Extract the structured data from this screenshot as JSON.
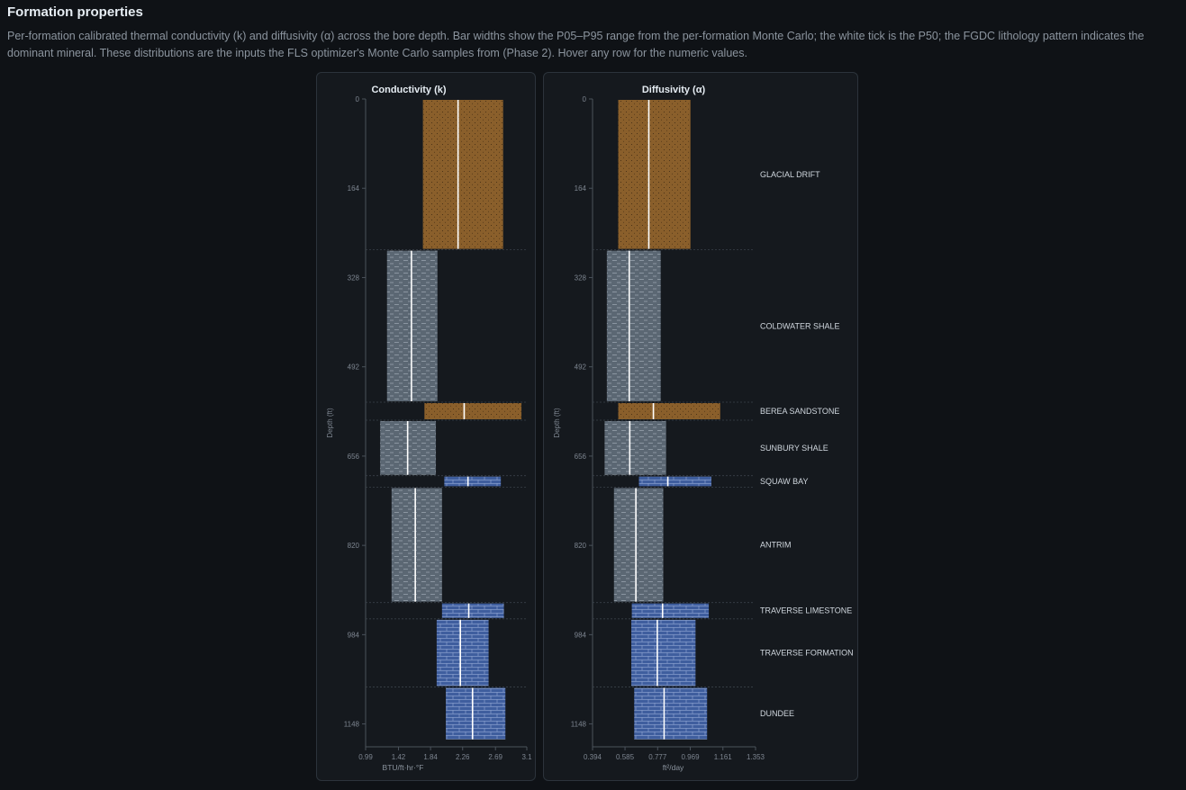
{
  "header": {
    "title": "Formation properties",
    "description": "Per-formation calibrated thermal conductivity (k) and diffusivity (α) across the bore depth. Bar widths show the P05–P95 range from the per-formation Monte Carlo; the white tick is the P50; the FGDC lithology pattern indicates the dominant mineral. These distributions are the inputs the FLS optimizer's Monte Carlo samples from (Phase 2). Hover any row for the numeric values."
  },
  "colors": {
    "sand": "#8a5f2b",
    "shale": "#5b6773",
    "carbonate": "#3f5e9e",
    "p50_tick": "#ffffff",
    "axis": "#4a525b",
    "separator": "#3a4149"
  },
  "chart_data": [
    {
      "type": "bar",
      "id": "conductivity",
      "title": "Conductivity (k)",
      "xlabel": "BTU/ft·hr·°F",
      "ylabel": "Depth (ft)",
      "xlim": [
        0.99,
        3.1
      ],
      "xticks": [
        "0.99",
        "1.42",
        "1.84",
        "2.26",
        "2.69",
        "3.1"
      ],
      "ylim": [
        0,
        1190
      ],
      "yticks": [
        "0",
        "164",
        "328",
        "492",
        "656",
        "820",
        "984",
        "1148"
      ],
      "series": [
        {
          "p05": 1.74,
          "p50": 2.2,
          "p95": 2.79
        },
        {
          "p05": 1.27,
          "p50": 1.59,
          "p95": 1.93
        },
        {
          "p05": 1.76,
          "p50": 2.28,
          "p95": 3.03
        },
        {
          "p05": 1.18,
          "p50": 1.54,
          "p95": 1.91
        },
        {
          "p05": 2.02,
          "p50": 2.33,
          "p95": 2.76
        },
        {
          "p05": 1.33,
          "p50": 1.64,
          "p95": 1.99
        },
        {
          "p05": 1.99,
          "p50": 2.34,
          "p95": 2.8
        },
        {
          "p05": 1.92,
          "p50": 2.23,
          "p95": 2.6
        },
        {
          "p05": 2.04,
          "p50": 2.39,
          "p95": 2.82
        }
      ]
    },
    {
      "type": "bar",
      "id": "diffusivity",
      "title": "Diffusivity (α)",
      "xlabel": "ft²/day",
      "ylabel": "Depth (ft)",
      "xlim": [
        0.394,
        1.353
      ],
      "xticks": [
        "0.394",
        "0.585",
        "0.777",
        "0.969",
        "1.161",
        "1.353"
      ],
      "ylim": [
        0,
        1190
      ],
      "yticks": [
        "0",
        "164",
        "328",
        "492",
        "656",
        "820",
        "984",
        "1148"
      ],
      "series": [
        {
          "p05": 0.545,
          "p50": 0.725,
          "p95": 0.97
        },
        {
          "p05": 0.478,
          "p50": 0.61,
          "p95": 0.795
        },
        {
          "p05": 0.545,
          "p50": 0.752,
          "p95": 1.145
        },
        {
          "p05": 0.465,
          "p50": 0.613,
          "p95": 0.827
        },
        {
          "p05": 0.667,
          "p50": 0.837,
          "p95": 1.093
        },
        {
          "p05": 0.52,
          "p50": 0.649,
          "p95": 0.81
        },
        {
          "p05": 0.625,
          "p50": 0.806,
          "p95": 1.078
        },
        {
          "p05": 0.622,
          "p50": 0.775,
          "p95": 1.0
        },
        {
          "p05": 0.639,
          "p50": 0.815,
          "p95": 1.068
        }
      ]
    }
  ],
  "formations": [
    {
      "name": "GLACIAL DRIFT",
      "top": 0,
      "bottom": 277,
      "lithology": "sand"
    },
    {
      "name": "COLDWATER SHALE",
      "top": 277,
      "bottom": 557,
      "lithology": "shale"
    },
    {
      "name": "BEREA SANDSTONE",
      "top": 557,
      "bottom": 590,
      "lithology": "sand"
    },
    {
      "name": "SUNBURY SHALE",
      "top": 590,
      "bottom": 692,
      "lithology": "shale"
    },
    {
      "name": "SQUAW BAY",
      "top": 692,
      "bottom": 713,
      "lithology": "carbonate"
    },
    {
      "name": "ANTRIM",
      "top": 713,
      "bottom": 925,
      "lithology": "shale"
    },
    {
      "name": "TRAVERSE LIMESTONE",
      "top": 925,
      "bottom": 955,
      "lithology": "carbonate"
    },
    {
      "name": "TRAVERSE FORMATION",
      "top": 955,
      "bottom": 1080,
      "lithology": "carbonate"
    },
    {
      "name": "DUNDEE",
      "top": 1080,
      "bottom": 1178,
      "lithology": "carbonate"
    }
  ]
}
